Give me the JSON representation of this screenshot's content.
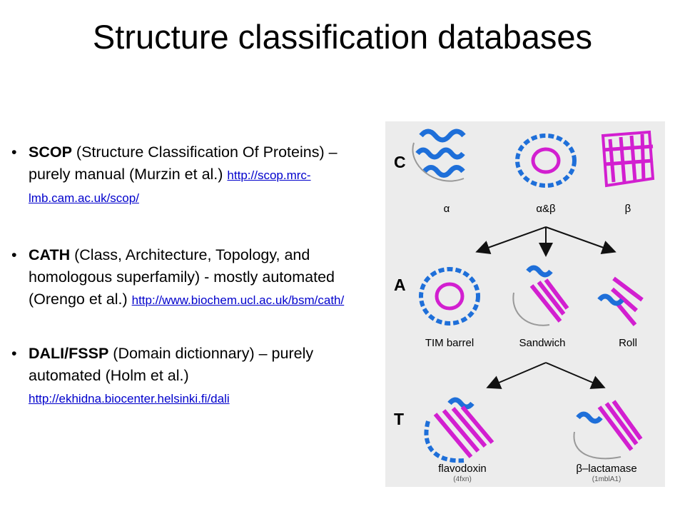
{
  "title": "Structure classification databases",
  "bullets": [
    {
      "name": "SCOP",
      "text": "(Structure Classification Of Proteins) – purely manual (Murzin et al.)",
      "url": "http://scop.mrc-lmb.cam.ac.uk/scop/"
    },
    {
      "name": "CATH",
      "text": "(Class, Architecture, Topology, and homologous superfamily) - mostly automated (Orengo et al.)",
      "url": "http://www.biochem.ucl.ac.uk/bsm/cath/"
    },
    {
      "name": "DALI/FSSP",
      "text": "(Domain dictionnary) – purely automated (Holm et al.)",
      "url": "http://ekhidna.biocenter.helsinki.fi/dali"
    }
  ],
  "figure": {
    "levels": [
      "C",
      "A",
      "T"
    ],
    "class_labels": [
      "α",
      "α&β",
      "β"
    ],
    "architecture_labels": [
      "TIM barrel",
      "Sandwich",
      "Roll"
    ],
    "topology_labels": [
      "flavodoxin",
      "β–lactamase"
    ],
    "topology_ids": [
      "(4fxn)",
      "(1mblA1)"
    ],
    "colors": {
      "helix": "#1e6fd9",
      "strand": "#d21fd0",
      "coil": "#999999"
    }
  }
}
